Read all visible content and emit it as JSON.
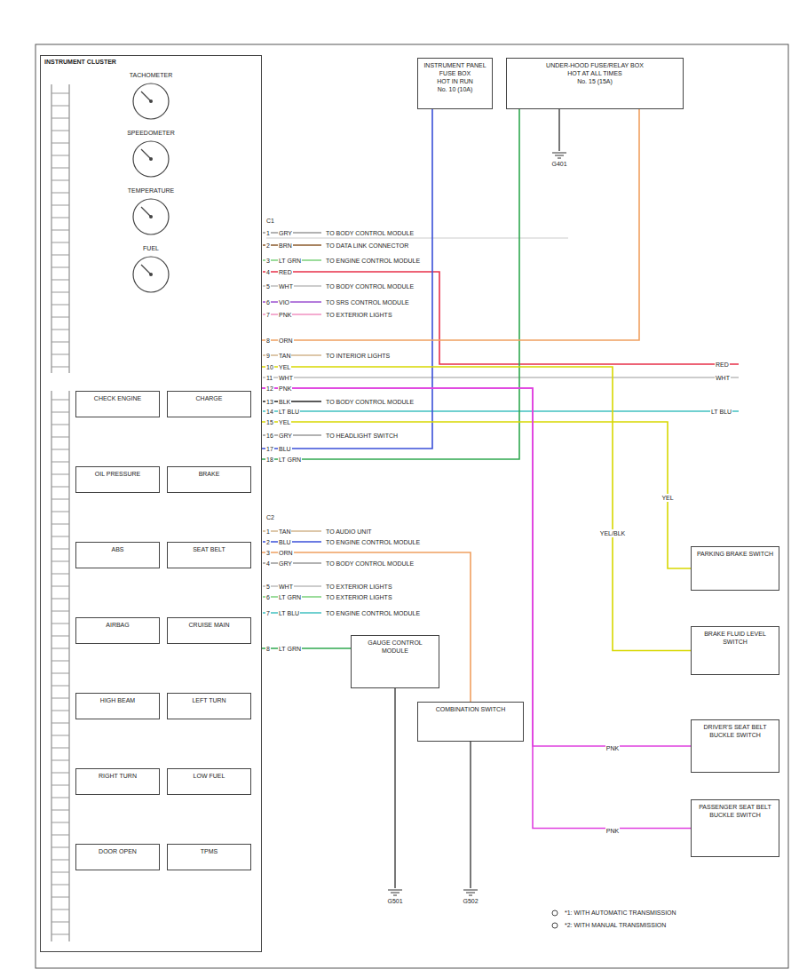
{
  "diagram": {
    "nodes": [
      {
        "text": [
          "INSTRUMENT CLUSTER"
        ]
      },
      {
        "text": [
          "TACHOMETER"
        ],
        "in": 0
      },
      {
        "text": [
          "SPEEDOMETER"
        ],
        "in": 0
      },
      {
        "text": [
          "TEMPERATURE"
        ],
        "in": 0
      },
      {
        "text": [
          "FUEL"
        ],
        "in": 0
      },
      {
        "text": [
          "CHECK ENGINE"
        ],
        "in": 0
      },
      {
        "text": [
          "CHARGE"
        ],
        "in": 0
      },
      {
        "text": [
          "OIL PRESSURE"
        ],
        "in": 0
      },
      {
        "text": [
          "BRAKE"
        ],
        "in": 0
      },
      {
        "text": [
          "ABS"
        ],
        "in": 0
      },
      {
        "text": [
          "SEAT BELT"
        ],
        "in": 0
      },
      {
        "text": [
          "AIRBAG"
        ],
        "in": 0
      },
      {
        "text": [
          "CRUISE MAIN"
        ],
        "in": 0
      },
      {
        "text": [
          "HIGH BEAM"
        ],
        "in": 0
      },
      {
        "text": [
          "LEFT TURN"
        ],
        "in": 0
      },
      {
        "text": [
          "RIGHT TURN"
        ],
        "in": 0
      },
      {
        "text": [
          "LOW FUEL"
        ],
        "in": 0
      },
      {
        "text": [
          "DOOR OPEN"
        ],
        "in": 0
      },
      {
        "text": [
          "TPMS"
        ],
        "in": 0
      },
      {
        "text": [
          "INSTRUMENT PANEL FUSE BOX",
          "HOT IN RUN",
          "No. 10 (10A)"
        ]
      },
      {
        "text": [
          "UNDER-HOOD FUSE/RELAY BOX",
          "HOT AT ALL TIMES",
          "No. 15 (15A)"
        ]
      },
      {
        "text": [
          "G401"
        ]
      },
      {
        "text": [
          "PARKING BRAKE SWITCH"
        ]
      },
      {
        "text": [
          "BRAKE FLUID LEVEL SWITCH"
        ]
      },
      {
        "text": [
          "DRIVER'S SEAT BELT BUCKLE SWITCH"
        ]
      },
      {
        "text": [
          "PASSENGER SEAT BELT BUCKLE SWITCH"
        ]
      },
      {
        "text": [
          "GAUGE CONTROL MODULE"
        ]
      },
      {
        "text": [
          "G501"
        ]
      },
      {
        "text": [
          "COMBINATION SWITCH"
        ]
      },
      {
        "text": [
          "G502"
        ]
      }
    ],
    "edges": [
      {
        "from": 0,
        "to": 19,
        "arrow": "none"
      },
      {
        "from": 0,
        "to": 20,
        "arrow": "none"
      },
      {
        "from": 0,
        "to": 20,
        "arrow": "none"
      },
      {
        "from": 20,
        "to": 21,
        "arrow": "none"
      },
      {
        "from": 0,
        "to": 22,
        "arrow": "none"
      },
      {
        "from": 0,
        "to": 23,
        "arrow": "none"
      },
      {
        "from": 0,
        "to": 24,
        "arrow": "none"
      },
      {
        "from": 0,
        "to": 25,
        "arrow": "none"
      },
      {
        "from": 0,
        "to": 26,
        "arrow": "none"
      },
      {
        "from": 26,
        "to": 27,
        "arrow": "none"
      },
      {
        "from": 0,
        "to": 28,
        "arrow": "none"
      },
      {
        "from": 28,
        "to": 29,
        "arrow": "none"
      }
    ],
    "labels": [
      "1",
      "GRY",
      "TO BODY CONTROL MODULE",
      "2",
      "BRN",
      "TO DATA LINK CONNECTOR",
      "3",
      "LT GRN",
      "TO ENGINE CONTROL MODULE",
      "4",
      "RED",
      "5",
      "WHT",
      "TO BODY CONTROL MODULE",
      "6",
      "VIO",
      "TO SRS CONTROL MODULE",
      "7",
      "PNK",
      "TO EXTERIOR LIGHTS",
      "8",
      "ORN",
      "9",
      "TAN",
      "TO INTERIOR LIGHTS",
      "10",
      "YEL",
      "11",
      "WHT",
      "12",
      "PNK",
      "13",
      "BLK",
      "TO BODY CONTROL MODULE",
      "14",
      "LT BLU",
      "15",
      "YEL",
      "16",
      "GRY",
      "TO HEADLIGHT SWITCH",
      "17",
      "BLU",
      "18",
      "LT GRN",
      "1",
      "TAN",
      "TO AUDIO UNIT",
      "2",
      "BLU",
      "TO ENGINE CONTROL MODULE",
      "3",
      "ORN",
      "4",
      "GRY",
      "TO BODY CONTROL MODULE",
      "5",
      "WHT",
      "TO EXTERIOR LIGHTS",
      "6",
      "LT GRN",
      "TO EXTERIOR LIGHTS",
      "7",
      "LT BLU",
      "TO ENGINE CONTROL MODULE",
      "8",
      "LT GRN",
      "RED",
      "WHT",
      "LT BLU",
      "YEL",
      "YEL/BLK",
      "PNK",
      "PNK",
      "C1",
      "C2"
    ],
    "legend": [
      {
        "text": "*1: WITH AUTOMATIC TRANSMISSION"
      },
      {
        "text": "*2: WITH MANUAL TRANSMISSION"
      }
    ]
  }
}
